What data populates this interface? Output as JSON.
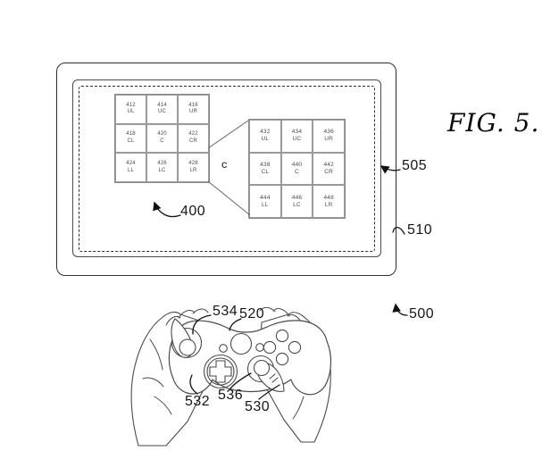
{
  "figure_label": "FIG. 5.",
  "zoom_cell_label": "C",
  "refs": {
    "grid": "400",
    "system": "500",
    "display_area": "505",
    "screen": "510",
    "controller": "520",
    "face_buttons": "530",
    "dpad": "532",
    "left_stick": "534",
    "right_stick": "536"
  },
  "grid_small": {
    "cells": [
      {
        "num": "412",
        "pos": "UL"
      },
      {
        "num": "414",
        "pos": "UC"
      },
      {
        "num": "416",
        "pos": "UR"
      },
      {
        "num": "418",
        "pos": "CL"
      },
      {
        "num": "420",
        "pos": "C"
      },
      {
        "num": "422",
        "pos": "CR"
      },
      {
        "num": "424",
        "pos": "LL"
      },
      {
        "num": "426",
        "pos": "LC"
      },
      {
        "num": "428",
        "pos": "LR"
      }
    ]
  },
  "grid_large": {
    "cells": [
      {
        "num": "432",
        "pos": "UL"
      },
      {
        "num": "434",
        "pos": "UC"
      },
      {
        "num": "436",
        "pos": "UR"
      },
      {
        "num": "438",
        "pos": "CL"
      },
      {
        "num": "440",
        "pos": "C"
      },
      {
        "num": "442",
        "pos": "CR"
      },
      {
        "num": "444",
        "pos": "LL"
      },
      {
        "num": "446",
        "pos": "LC"
      },
      {
        "num": "448",
        "pos": "LR"
      }
    ]
  },
  "colors": {
    "line": "#4a4a4a",
    "text": "#161616"
  }
}
